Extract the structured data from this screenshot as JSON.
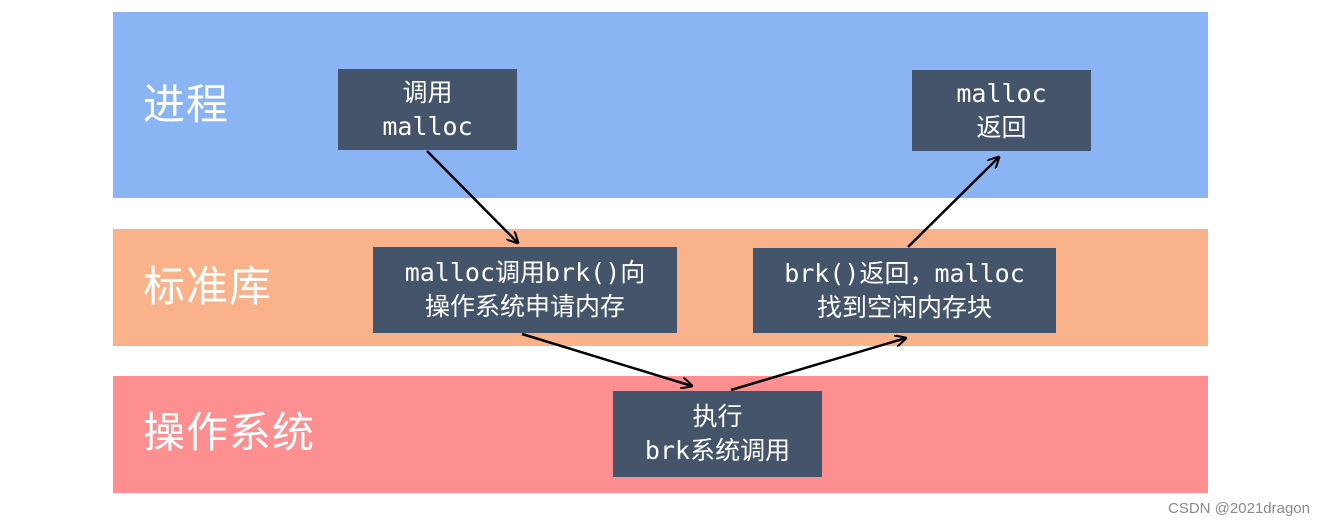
{
  "colors": {
    "process_layer": "#8bb4f4",
    "stdlib_layer": "#f9b28a",
    "os_layer": "#fd8f91",
    "box_fill": "#44546a",
    "box_text": "#ffffff",
    "arrow": "#000000",
    "watermark": "#8a8a8a"
  },
  "layers": {
    "process": {
      "label": "进程"
    },
    "stdlib": {
      "label": "标准库"
    },
    "os": {
      "label": "操作系统"
    }
  },
  "boxes": {
    "call_malloc": {
      "line1": "调用",
      "line2": "malloc"
    },
    "call_brk": {
      "line1": "malloc调用brk()向",
      "line2": "操作系统申请内存"
    },
    "exec_brk": {
      "line1": "执行",
      "line2": "brk系统调用"
    },
    "brk_return": {
      "line1": "brk()返回，malloc",
      "line2": "找到空闲内存块"
    },
    "return_malloc": {
      "line1": "malloc",
      "line2": "返回"
    }
  },
  "watermark": "CSDN @2021dragon"
}
